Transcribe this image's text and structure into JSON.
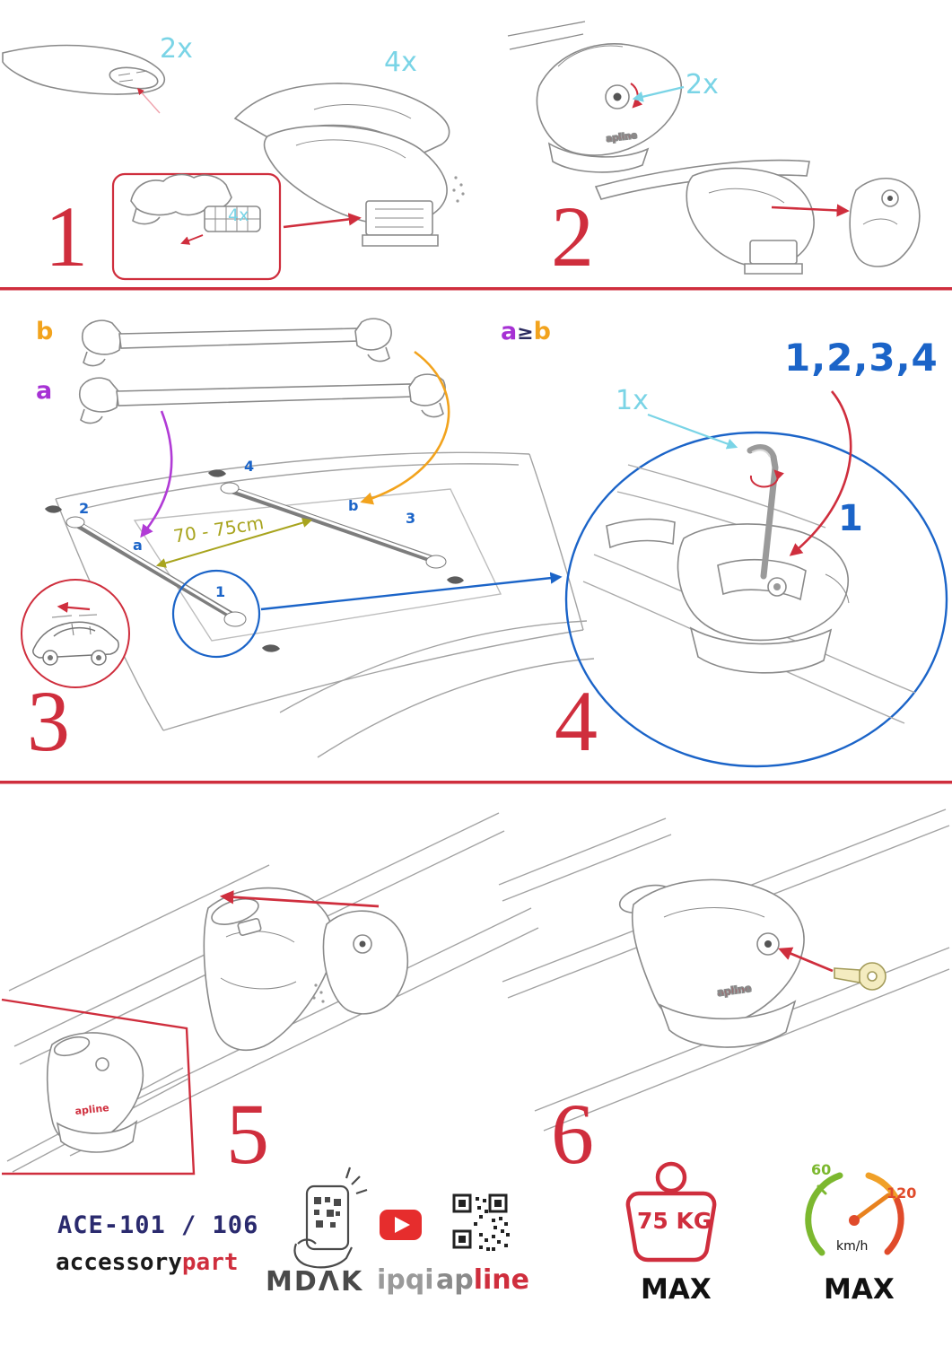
{
  "steps": {
    "n1": "1",
    "n2": "2",
    "n3": "3",
    "n4": "4",
    "n5": "5",
    "n6": "6"
  },
  "step1": {
    "bar_qty": "2x",
    "foot_qty": "4x",
    "pad_qty": "4x"
  },
  "step2": {
    "lock_qty": "2x"
  },
  "step3": {
    "bar_label_b": "b",
    "bar_label_a": "a",
    "rule_a": "a",
    "rule_op": "≥",
    "rule_b": "b",
    "distance": "70 - 75cm",
    "roof_pos_1": "1",
    "roof_pos_2": "2",
    "roof_pos_3": "3",
    "roof_pos_4": "4",
    "roof_pos_a": "a",
    "roof_pos_b": "b"
  },
  "step4": {
    "tool_qty": "1x",
    "tighten_order": "1,2,3,4",
    "first": "1"
  },
  "brand": {
    "foot_logo": "apline"
  },
  "footer": {
    "model": "ACE-101 / 106",
    "maker_black": "accessory",
    "maker_red": "part",
    "partner1": "MDΛK",
    "partner2": "ipqi",
    "apline_gray": "ap",
    "apline_red": "line",
    "load": "75 KG",
    "load_max": "MAX",
    "speed_low": "60",
    "speed_high": "120",
    "speed_unit": "km/h",
    "speed_max": "MAX"
  }
}
